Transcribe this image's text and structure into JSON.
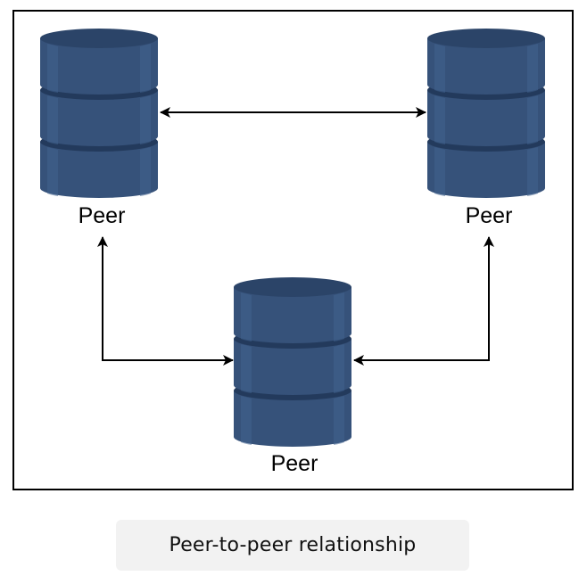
{
  "diagram": {
    "nodes": [
      {
        "id": "peer-top-left",
        "label": "Peer"
      },
      {
        "id": "peer-top-right",
        "label": "Peer"
      },
      {
        "id": "peer-bottom",
        "label": "Peer"
      }
    ],
    "edges": [
      {
        "from": "peer-top-left",
        "to": "peer-top-right",
        "bidirectional": true
      },
      {
        "from": "peer-top-left",
        "to": "peer-bottom",
        "bidirectional": true
      },
      {
        "from": "peer-top-right",
        "to": "peer-bottom",
        "bidirectional": true
      }
    ],
    "colors": {
      "cylinder_body": "#36527a",
      "cylinder_top": "#2b4468",
      "cylinder_band": "#233a5c",
      "cylinder_highlight": "#42628e",
      "line": "#000000",
      "frame": "#000000"
    }
  },
  "caption": {
    "text": "Peer-to-peer relationship"
  }
}
